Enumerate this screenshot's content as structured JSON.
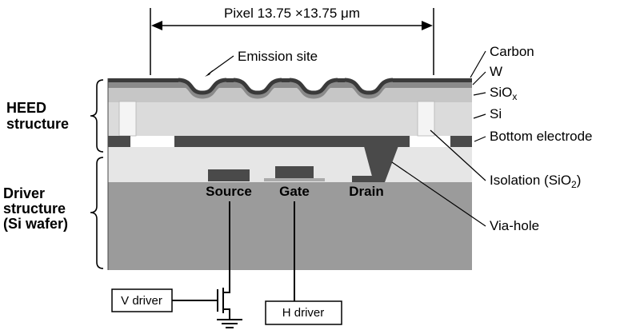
{
  "figure": {
    "pixel_label": "Pixel  13.75 ×13.75 μm",
    "emission_site": "Emission site"
  },
  "layer_labels": {
    "carbon": "Carbon",
    "tungsten": "W",
    "siox_main": "SiO",
    "siox_sub": "x",
    "si": "Si",
    "bottom_electrode": "Bottom electrode",
    "isolation_main": "Isolation (SiO",
    "isolation_sub": "2",
    "isolation_close": ")",
    "via_hole": "Via-hole"
  },
  "section_labels": {
    "heed_line1": "HEED",
    "heed_line2": "structure",
    "driver_line1": "Driver",
    "driver_line2": "structure",
    "driver_line3": "(Si wafer)"
  },
  "transistor": {
    "source": "Source",
    "gate": "Gate",
    "drain": "Drain"
  },
  "drivers": {
    "v": "V driver",
    "h": "H driver"
  },
  "colors": {
    "carbon": "#3a3a3a",
    "tungsten": "#8a8a8a",
    "siox": "#c6c6c6",
    "si": "#dbdbdb",
    "electrode": "#4a4a4a",
    "interlayer": "#e6e6e6",
    "wafer": "#9b9b9b",
    "isolation": "#f4f4f4",
    "gate_oxide": "#aaaaaa"
  }
}
